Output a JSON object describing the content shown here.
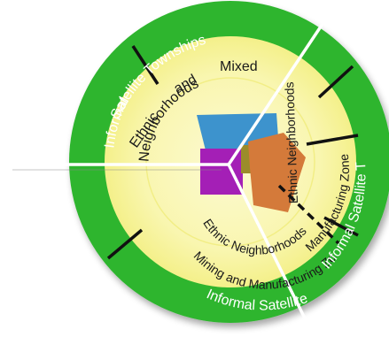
{
  "diagram": {
    "labels": {
      "satellite_townships_top": "Satellite Townships",
      "informal_top": "Informal",
      "ethnic": "Ethnic",
      "and": "and",
      "mixed": "Mixed",
      "neighborhoods": "Neighborhoods",
      "ethnic_neighborhoods_right": "Ethnic Neighborhoods",
      "manufacturing_zone": "Manufacturing Zone",
      "ethnic_neighborhoods_bottom": "Ethnic Neighborhoods",
      "mining_and_manufacturing_zone": "Mining and Manufacturing Zone",
      "informal_satellite_townships_right": "Informal Satellite Townships",
      "informal_satellite_bottom": "Informal Satellite"
    },
    "colors": {
      "outer_ring": "#2db52d",
      "inner_ring": "#f7f49a",
      "inner_ring_glow": "#fbf8c4",
      "core_blue": "#3d93cd",
      "core_purple": "#a41fb6",
      "core_orange": "#d47a3a",
      "core_olive": "#9b8c2a",
      "divider_black": "#111111",
      "divider_white": "#ffffff"
    }
  }
}
